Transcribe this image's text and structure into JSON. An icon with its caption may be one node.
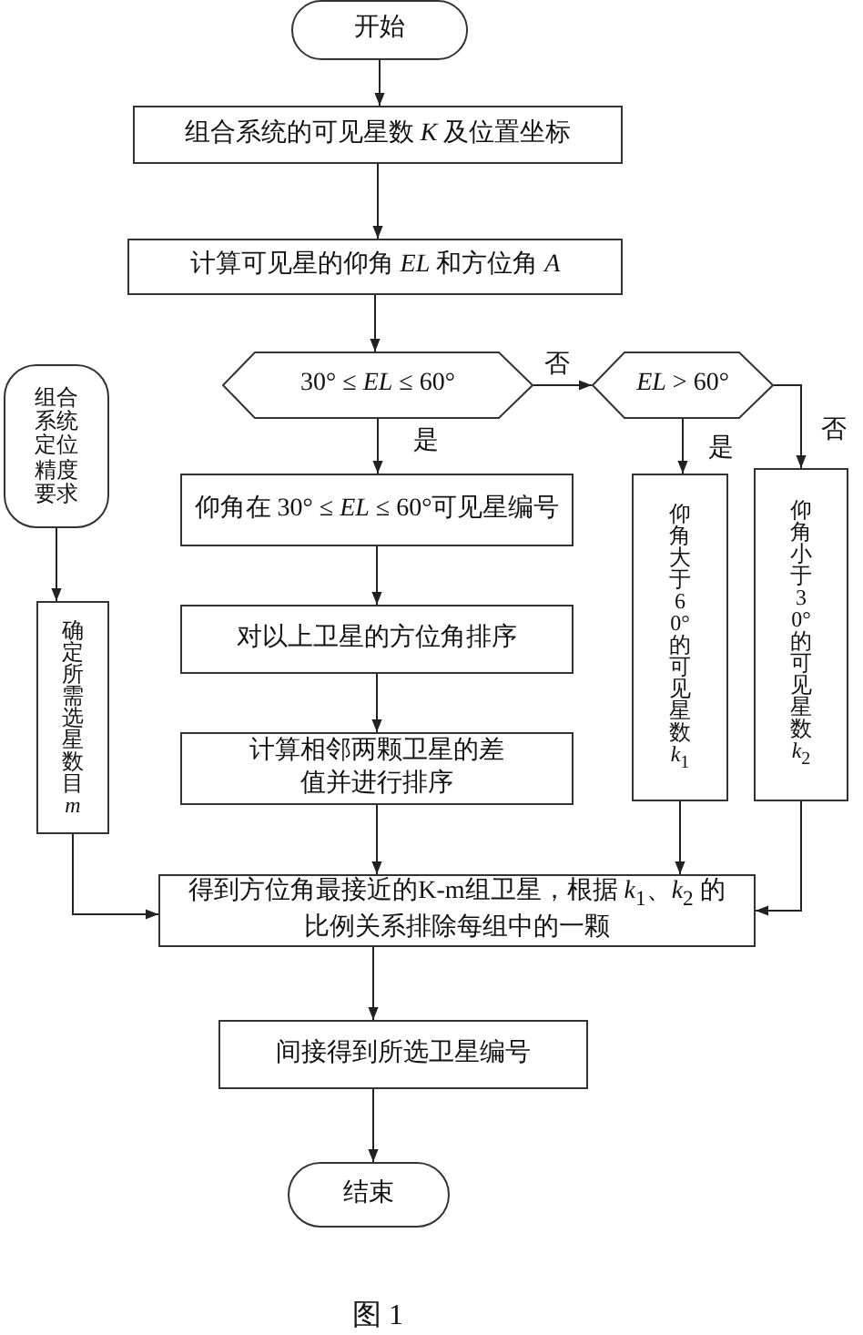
{
  "diagram": {
    "caption": "图 1",
    "nodes": [
      {
        "text": [
          "开始"
        ]
      },
      {
        "text": [
          "组合系统的可见星数 *K* 及位置坐标"
        ]
      },
      {
        "text": [
          "计算可见星的仰角 *EL* 和方位角 *A*"
        ]
      },
      {
        "text": [
          "30° ≤ *EL* ≤ 60°"
        ]
      },
      {
        "text": [
          "*EL* > 60°"
        ]
      },
      {
        "text": [
          "组合系统定位精度要求"
        ]
      },
      {
        "text": [
          "仰角在 30° ≤ *EL* ≤ 60°可见星编号"
        ]
      },
      {
        "text": [
          "对以上卫星的方位角排序"
        ]
      },
      {
        "text": [
          "计算相邻两颗卫星的差值并进行排序"
        ]
      },
      {
        "text": [
          "仰角大于 60° 的可见星数 *k*$_{1}$"
        ]
      },
      {
        "text": [
          "仰角小于 30° 的可见星数 *k*$_{2}$"
        ]
      },
      {
        "text": [
          "确定所需选星数目 *m*"
        ]
      },
      {
        "text": [
          "得到方位角最接近的K-m组卫星，根据 *k*$_{1}$、*k*$_{2}$ 的比例关系排除每组中的一颗"
        ]
      },
      {
        "text": [
          "间接得到所选卫星编号"
        ]
      },
      {
        "text": [
          "结束"
        ]
      }
    ],
    "edges": [
      {
        "from": 0,
        "to": 1,
        "arrow": "to"
      },
      {
        "from": 1,
        "to": 2,
        "arrow": "to"
      },
      {
        "from": 2,
        "to": 3,
        "arrow": "to"
      },
      {
        "from": 3,
        "to": 6,
        "arrow": "to",
        "label": "是"
      },
      {
        "from": 3,
        "to": 4,
        "arrow": "to",
        "label": "否"
      },
      {
        "from": 4,
        "to": 9,
        "arrow": "to",
        "label": "是"
      },
      {
        "from": 4,
        "to": 10,
        "arrow": "to",
        "label": "否"
      },
      {
        "from": 5,
        "to": 11,
        "arrow": "to"
      },
      {
        "from": 6,
        "to": 7,
        "arrow": "to"
      },
      {
        "from": 7,
        "to": 8,
        "arrow": "to"
      },
      {
        "from": 8,
        "to": 12,
        "arrow": "to"
      },
      {
        "from": 9,
        "to": 12,
        "arrow": "to"
      },
      {
        "from": 10,
        "to": 12,
        "arrow": "to"
      },
      {
        "from": 11,
        "to": 12,
        "arrow": "to"
      },
      {
        "from": 12,
        "to": 13,
        "arrow": "to"
      },
      {
        "from": 13,
        "to": 14,
        "arrow": "to"
      }
    ]
  }
}
